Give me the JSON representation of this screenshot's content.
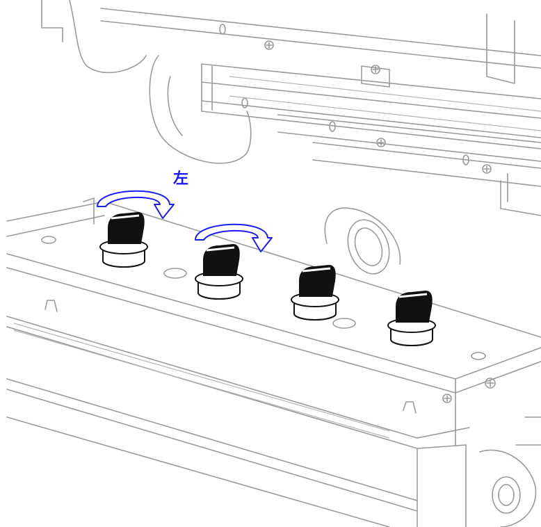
{
  "labels": {
    "left_direction": "左"
  },
  "colors": {
    "arrow": "#1a1aff",
    "arrow_fill": "#ffffff",
    "line_art": "#9a9a9a",
    "knob": "#111111"
  },
  "knobs": [
    {
      "name": "knob-1",
      "rotation_arrow": true
    },
    {
      "name": "knob-2",
      "rotation_arrow": true
    },
    {
      "name": "knob-3",
      "rotation_arrow": false
    },
    {
      "name": "knob-4",
      "rotation_arrow": false
    }
  ],
  "icons": [
    "clockwise-rotation-arrow-icon",
    "adjustment-knob-icon",
    "screw-icon"
  ]
}
